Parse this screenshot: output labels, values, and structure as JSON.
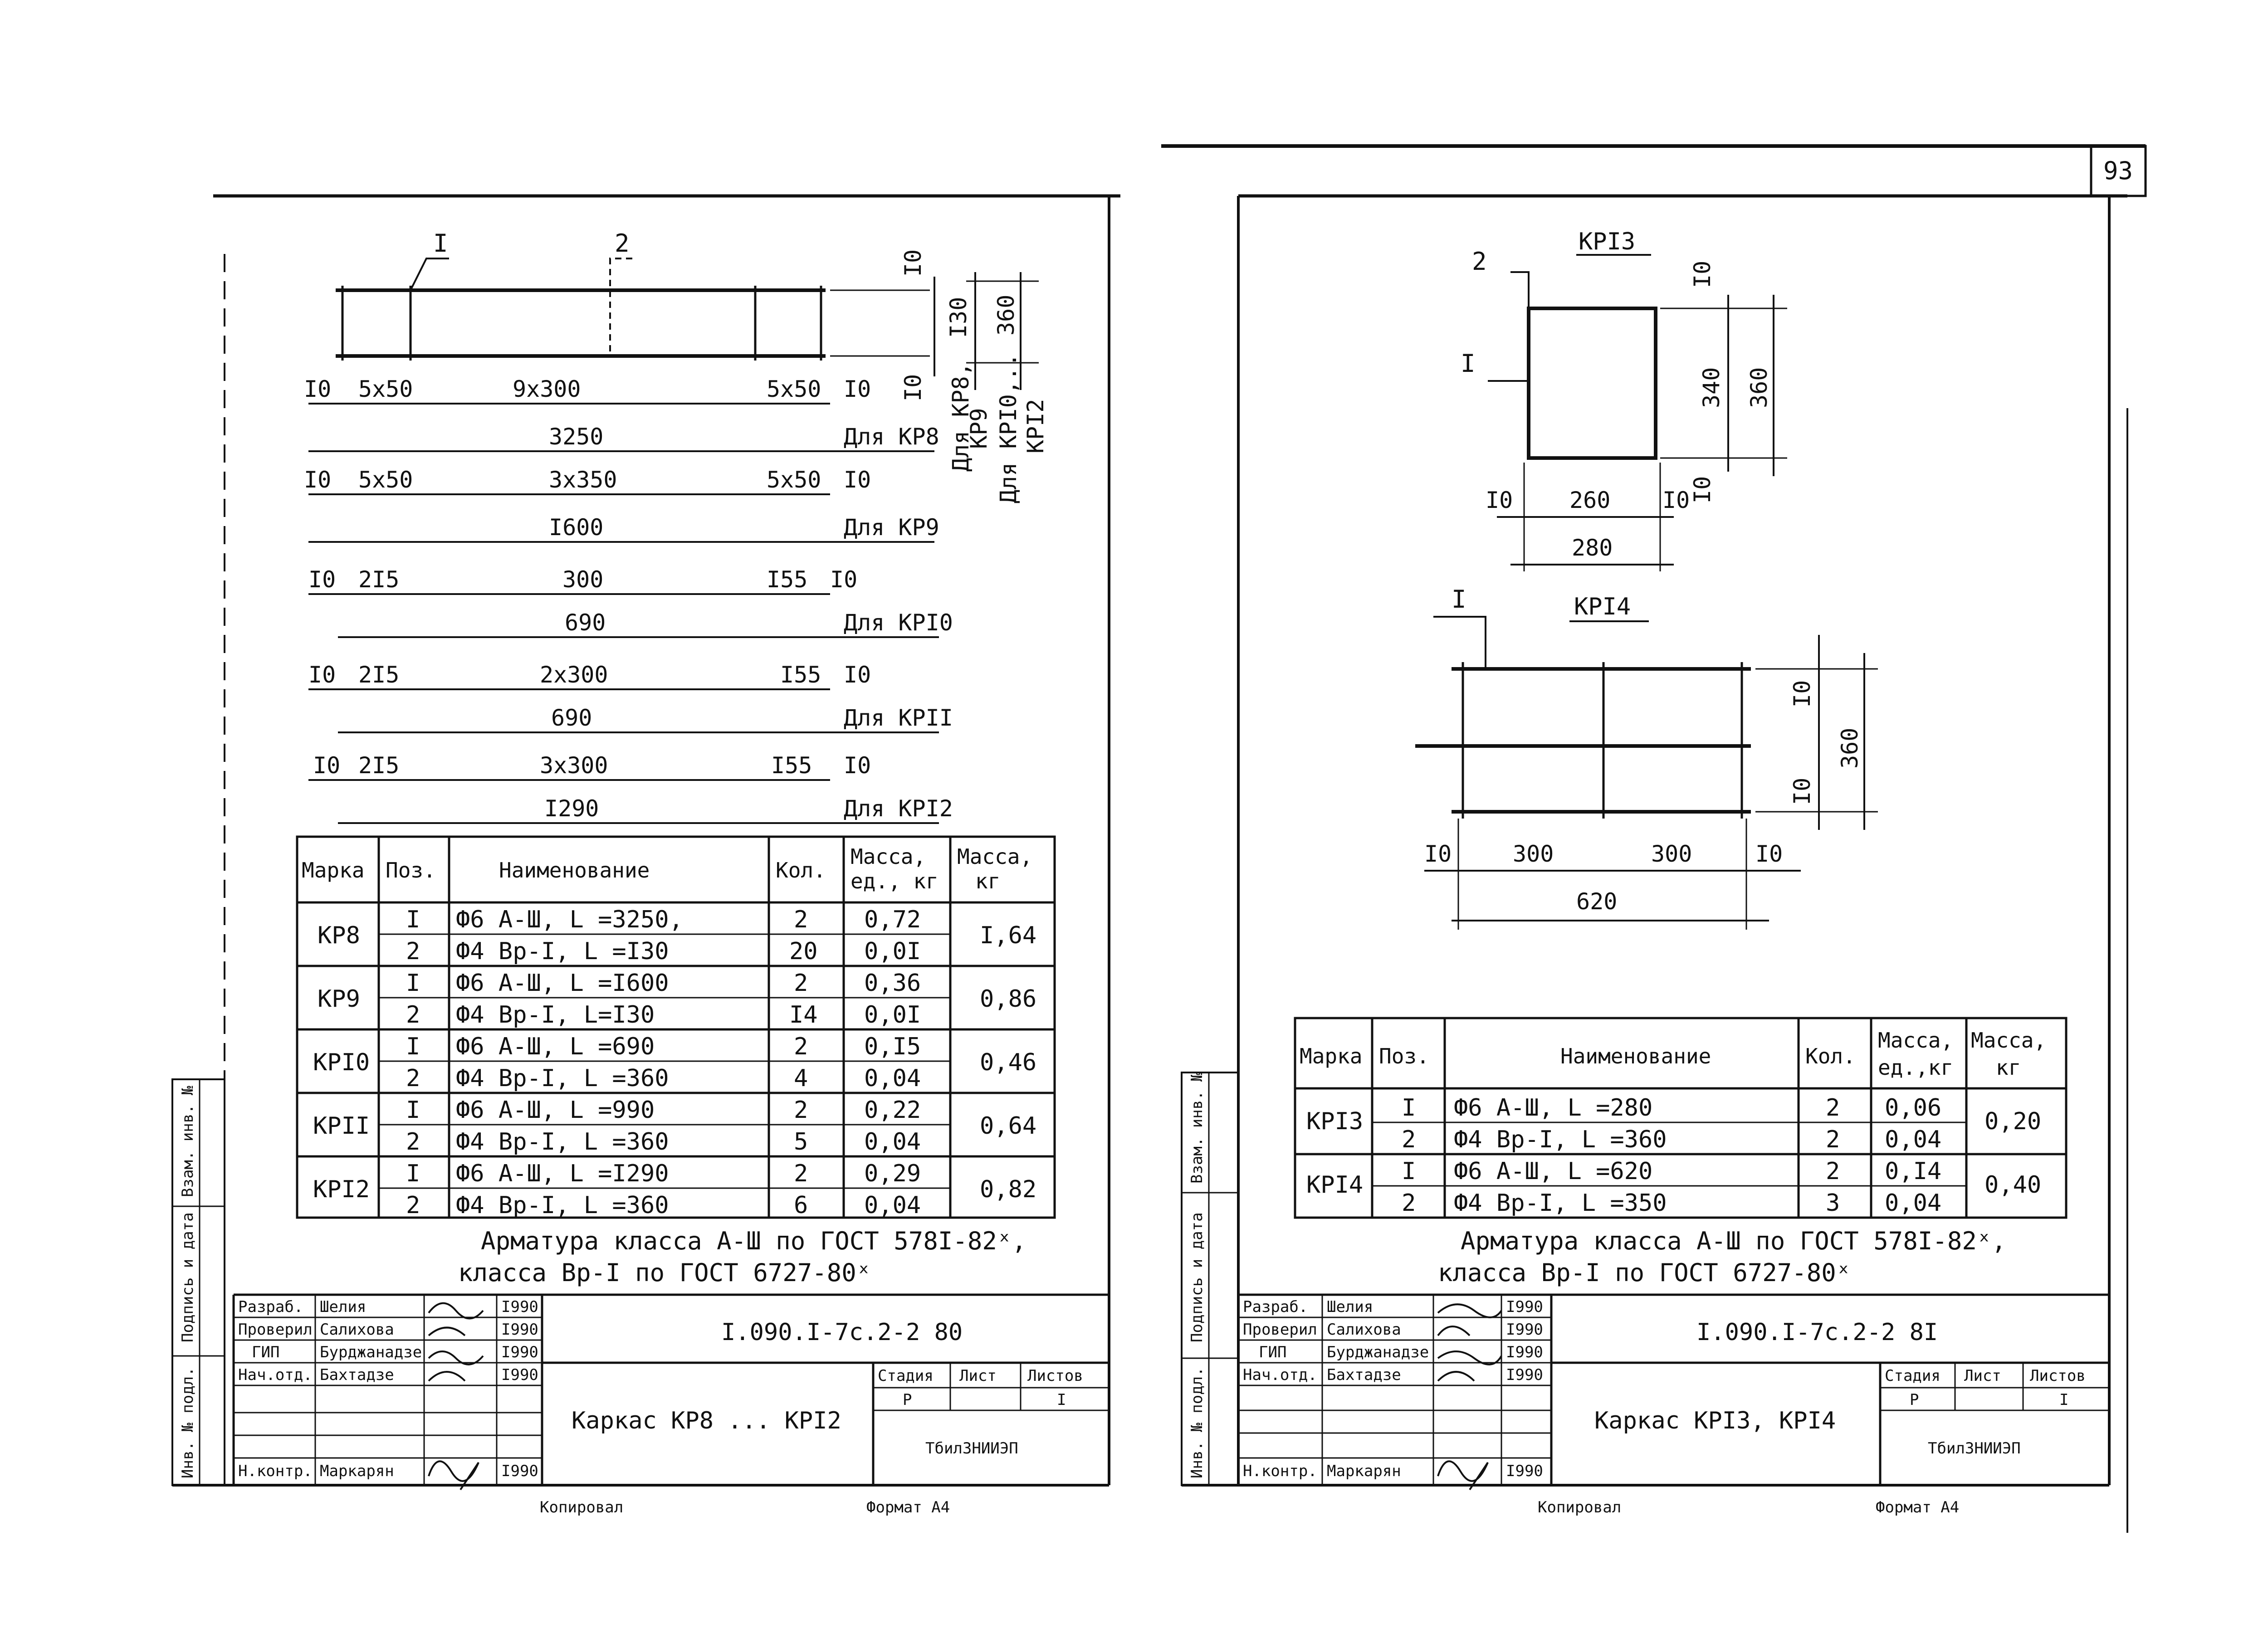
{
  "page_number": "93",
  "left": {
    "leaders": [
      "I",
      "2"
    ],
    "vert_dims": {
      "d10a": "I0",
      "d130": "I30",
      "d360": "360",
      "d10b": "I0"
    },
    "side_notes": {
      "kp8": "Для КР8,",
      "kp9": "КР9",
      "kp10": "Для КРI0,..",
      "kp12": "КРI2"
    },
    "rows": [
      {
        "a": "I0",
        "b": "5x50",
        "c": "9x300",
        "d": "5x50",
        "e": "I0",
        "total": "3250",
        "label": "Для КР8"
      },
      {
        "a": "I0",
        "b": "5x50",
        "c": "3x350",
        "d": "5x50",
        "e": "I0",
        "total": "I600",
        "label": "Для КР9"
      },
      {
        "a": "I0",
        "b": "2I5",
        "c": "300",
        "d": "I55",
        "e": "I0",
        "total": "690",
        "label": "Для КРI0"
      },
      {
        "a": "I0",
        "b": "2I5",
        "c": "2x300",
        "d": "I55",
        "e": "I0",
        "total": "690",
        "label": "Для КРII"
      },
      {
        "a": "I0",
        "b": "2I5",
        "c": "3x300",
        "d": "I55",
        "e": "I0",
        "total": "I290",
        "label": "Для КРI2"
      }
    ],
    "table": {
      "headers": [
        "Марка",
        "Поз.",
        "Наименование",
        "Кол.",
        "Масса, ед., кг",
        "Масса, кг"
      ],
      "groups": [
        {
          "mark": "КР8",
          "total": "I,64",
          "items": [
            {
              "pos": "I",
              "name": "Ф6 А-Ш, L =3250,",
              "qty": "2",
              "unit": "0,72"
            },
            {
              "pos": "2",
              "name": "Ф4 Вр-I, L =I30",
              "qty": "20",
              "unit": "0,0I"
            }
          ]
        },
        {
          "mark": "КР9",
          "total": "0,86",
          "items": [
            {
              "pos": "I",
              "name": "Ф6 А-Ш, L =I600",
              "qty": "2",
              "unit": "0,36"
            },
            {
              "pos": "2",
              "name": "Ф4 Вр-I, L=I30",
              "qty": "I4",
              "unit": "0,0I"
            }
          ]
        },
        {
          "mark": "КРI0",
          "total": "0,46",
          "items": [
            {
              "pos": "I",
              "name": "Ф6 А-Ш, L =690",
              "qty": "2",
              "unit": "0,I5"
            },
            {
              "pos": "2",
              "name": "Ф4 Вр-I, L =360",
              "qty": "4",
              "unit": "0,04"
            }
          ]
        },
        {
          "mark": "КРII",
          "total": "0,64",
          "items": [
            {
              "pos": "I",
              "name": "Ф6 А-Ш, L =990",
              "qty": "2",
              "unit": "0,22"
            },
            {
              "pos": "2",
              "name": "Ф4 Вр-I, L =360",
              "qty": "5",
              "unit": "0,04"
            }
          ]
        },
        {
          "mark": "КРI2",
          "total": "0,82",
          "items": [
            {
              "pos": "I",
              "name": "Ф6 А-Ш, L =I290",
              "qty": "2",
              "unit": "0,29"
            },
            {
              "pos": "2",
              "name": "Ф4 Вр-I, L =360",
              "qty": "6",
              "unit": "0,04"
            }
          ]
        }
      ]
    },
    "note": [
      "Арматура класса А-Ш по ГОСТ 578I-82ˣ,",
      "класса Вр-I по ГОСТ 6727-80ˣ"
    ],
    "stamp": {
      "people": [
        {
          "role": "Разраб.",
          "name": "Шелия",
          "year": "I990"
        },
        {
          "role": "Проверил",
          "name": "Салихова",
          "year": "I990"
        },
        {
          "role": "ГИП",
          "name": "Бурджанадзе",
          "year": "I990"
        },
        {
          "role": "Нач.отд.",
          "name": "Бахтадзе",
          "year": "I990"
        },
        {
          "role": "Н.контр.",
          "name": "Маркарян",
          "year": "I990"
        }
      ],
      "code": "I.090.I-7с.2-2 80",
      "title": "Каркас КР8 ... КРI2",
      "hdr": [
        "Стадия",
        "Лист",
        "Листов"
      ],
      "vals": [
        "Р",
        "",
        "I"
      ],
      "org": "ТбилЗНИИЭП"
    },
    "side_labels": [
      "Инв. № подл.",
      "Подпись и дата",
      "Взам. инв. №"
    ],
    "footer": {
      "copied": "Копировал",
      "format": "Формат А4"
    }
  },
  "right": {
    "kp13": {
      "title": "КРI3",
      "leaders": [
        "2",
        "I"
      ],
      "dims": {
        "top10": "I0",
        "h340": "340",
        "h360": "360",
        "bot10": "I0",
        "l10": "I0",
        "w260": "260",
        "r10": "I0",
        "w280": "280"
      }
    },
    "kp14": {
      "title": "КРI4",
      "leader": "I",
      "dims": {
        "t10": "I0",
        "b10": "I0",
        "h360": "360",
        "l10": "I0",
        "w300a": "300",
        "w300b": "300",
        "r10": "I0",
        "w620": "620"
      }
    },
    "table": {
      "headers": [
        "Марка",
        "Поз.",
        "Наименование",
        "Кол.",
        "Масса, ед.,кг",
        "Масса, кг"
      ],
      "groups": [
        {
          "mark": "КРI3",
          "total": "0,20",
          "items": [
            {
              "pos": "I",
              "name": "Ф6 А-Ш, L =280",
              "qty": "2",
              "unit": "0,06"
            },
            {
              "pos": "2",
              "name": "Ф4 Вр-I, L =360",
              "qty": "2",
              "unit": "0,04"
            }
          ]
        },
        {
          "mark": "КРI4",
          "total": "0,40",
          "items": [
            {
              "pos": "I",
              "name": "Ф6 А-Ш, L =620",
              "qty": "2",
              "unit": "0,I4"
            },
            {
              "pos": "2",
              "name": "Ф4 Вр-I, L =350",
              "qty": "3",
              "unit": "0,04"
            }
          ]
        }
      ]
    },
    "note": [
      "Арматура класса А-Ш по ГОСТ 578I-82ˣ,",
      "класса Вр-I по ГОСТ 6727-80ˣ"
    ],
    "stamp": {
      "people": [
        {
          "role": "Разраб.",
          "name": "Шелия",
          "year": "I990"
        },
        {
          "role": "Проверил",
          "name": "Салихова",
          "year": "I990"
        },
        {
          "role": "ГИП",
          "name": "Бурджанадзе",
          "year": "I990"
        },
        {
          "role": "Нач.отд.",
          "name": "Бахтадзе",
          "year": "I990"
        },
        {
          "role": "Н.контр.",
          "name": "Маркарян",
          "year": "I990"
        }
      ],
      "code": "I.090.I-7с.2-2 8I",
      "title": "Каркас КРI3, КРI4",
      "hdr": [
        "Стадия",
        "Лист",
        "Листов"
      ],
      "vals": [
        "Р",
        "",
        "I"
      ],
      "org": "ТбилЗНИИЭП"
    },
    "side_labels": [
      "Инв. № подл.",
      "Подпись и дата",
      "Взам. инв. №"
    ],
    "footer": {
      "copied": "Копировал",
      "format": "Формат А4"
    }
  }
}
